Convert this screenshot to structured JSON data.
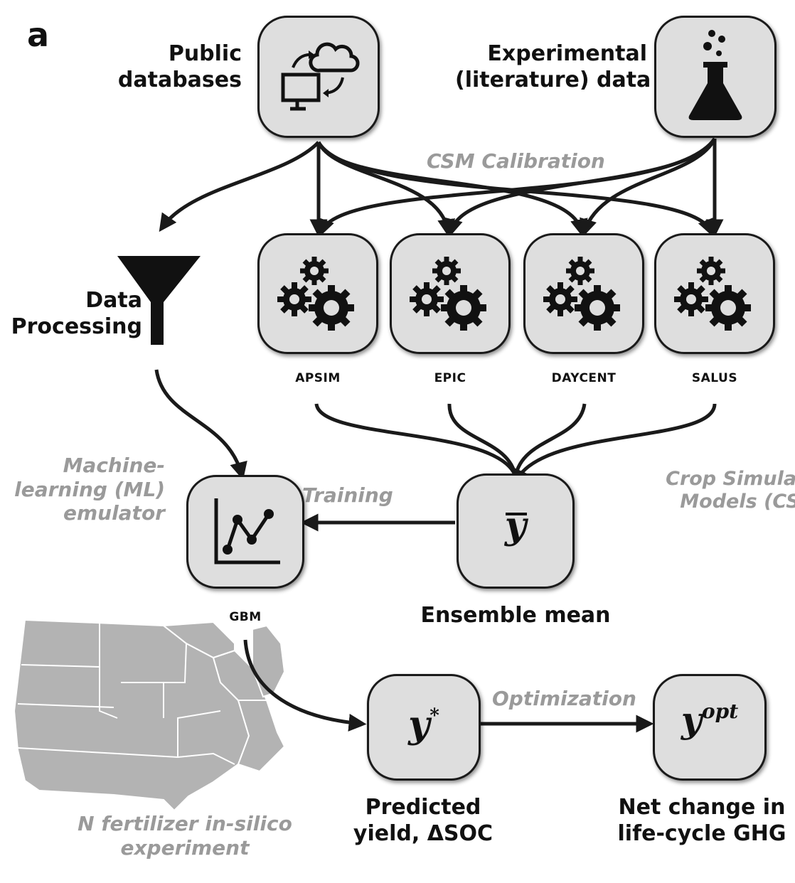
{
  "panel_letter": "a",
  "sources": {
    "public_db": [
      "Public",
      "databases"
    ],
    "experimental": [
      "Experimental",
      "(literature) data"
    ]
  },
  "calibration_label": "CSM Calibration",
  "data_processing": [
    "Data",
    "Processing"
  ],
  "models": [
    "APSIM",
    "EPIC",
    "DAYCENT",
    "SALUS"
  ],
  "csm_label": [
    "Crop Simulation",
    "Models (CSMs)"
  ],
  "ml_label": [
    "Machine-",
    "learning (ML)",
    "emulator"
  ],
  "training_label": "Training",
  "ensemble": {
    "symbol": "y",
    "label": "Ensemble mean"
  },
  "gbm_label": "GBM",
  "predicted": {
    "symbol": "y",
    "superscript": "*",
    "label": [
      "Predicted",
      "yield, ΔSOC"
    ]
  },
  "optimization_label": "Optimization",
  "optimal": {
    "symbol": "y",
    "superscript": "opt",
    "label": [
      "Net change in",
      "life-cycle GHG"
    ]
  },
  "experiment_label": [
    "N fertilizer in-silico",
    "experiment"
  ],
  "colors": {
    "box_fill": "#dedede",
    "stroke": "#1a1a1a",
    "annotation": "#9a9a9a",
    "map": "#b3b3b3"
  }
}
